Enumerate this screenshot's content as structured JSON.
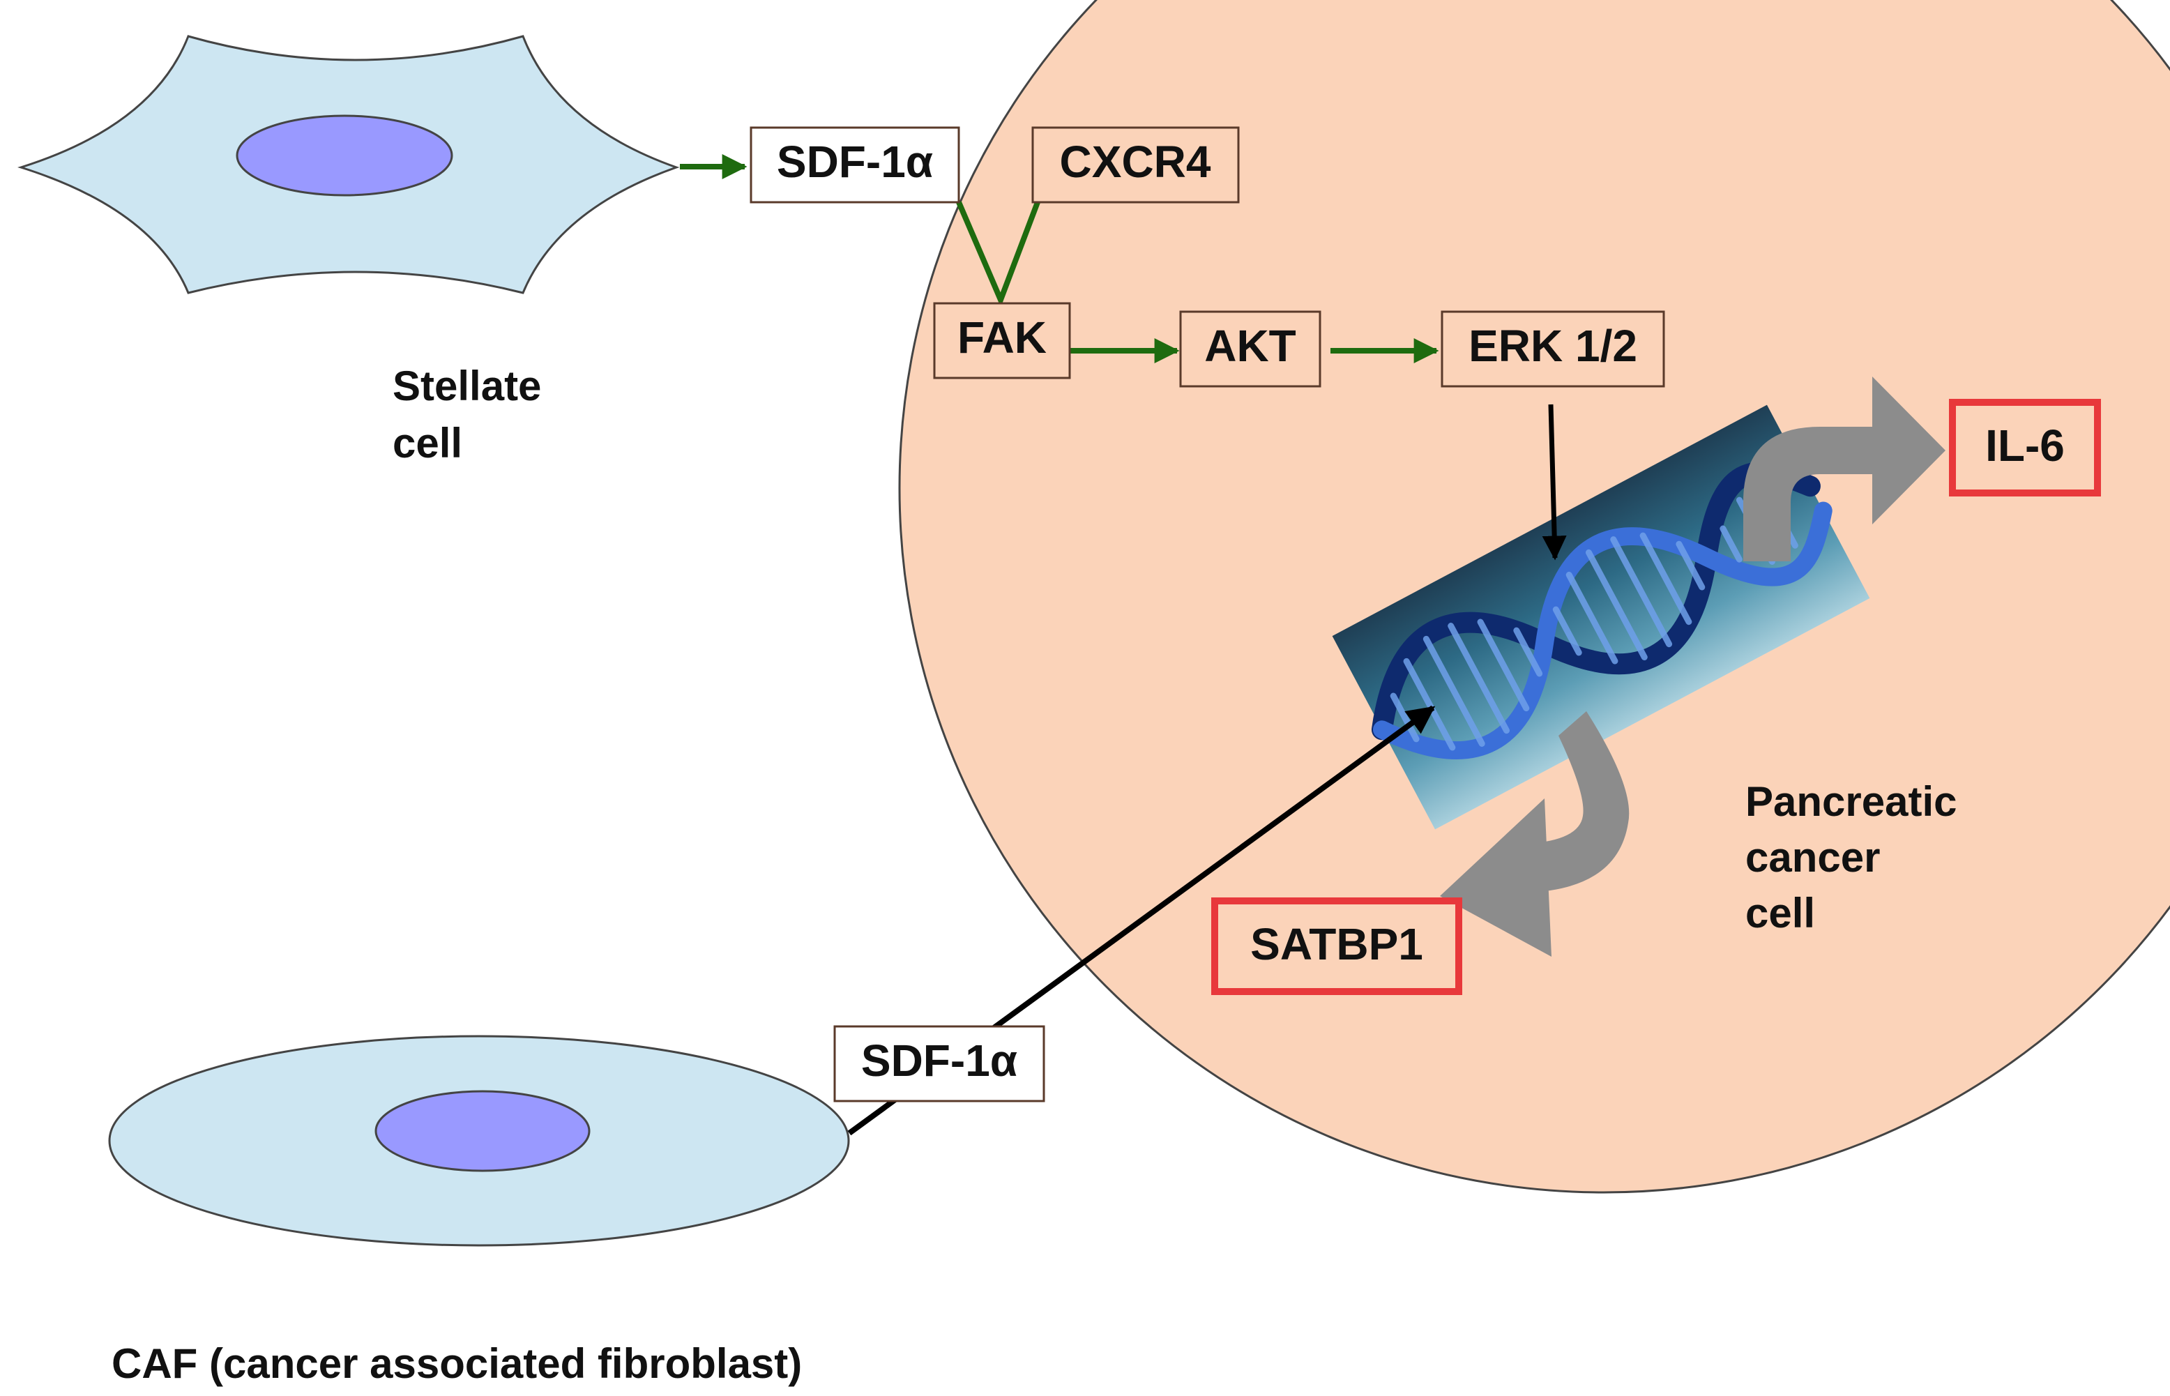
{
  "labels": {
    "stellate_cell": [
      "Stellate",
      "cell"
    ],
    "caf_cell": "CAF (cancer associated fibroblast)",
    "pancreatic_cell": [
      "Pancreatic",
      "cancer",
      "cell"
    ]
  },
  "nodes": {
    "sdf1a_top": "SDF-1α",
    "cxcr4": "CXCR4",
    "fak": "FAK",
    "akt": "AKT",
    "erk": "ERK 1/2",
    "il6": "IL-6",
    "satbp1": "SATBP1",
    "sdf1a_bottom": "SDF-1α"
  },
  "colors": {
    "cancer_cell_fill": "#fbd3b9",
    "fibroblast_fill": "#cde6f2",
    "nucleus_fill": "#9999ff",
    "pathway_arrow": "#1e6b0f",
    "expression_arrow": "#8c8c8c",
    "highlight_border": "#e8383b",
    "box_border": "#5a3a2a"
  },
  "icons": {
    "dna": "dna-helix-icon"
  }
}
